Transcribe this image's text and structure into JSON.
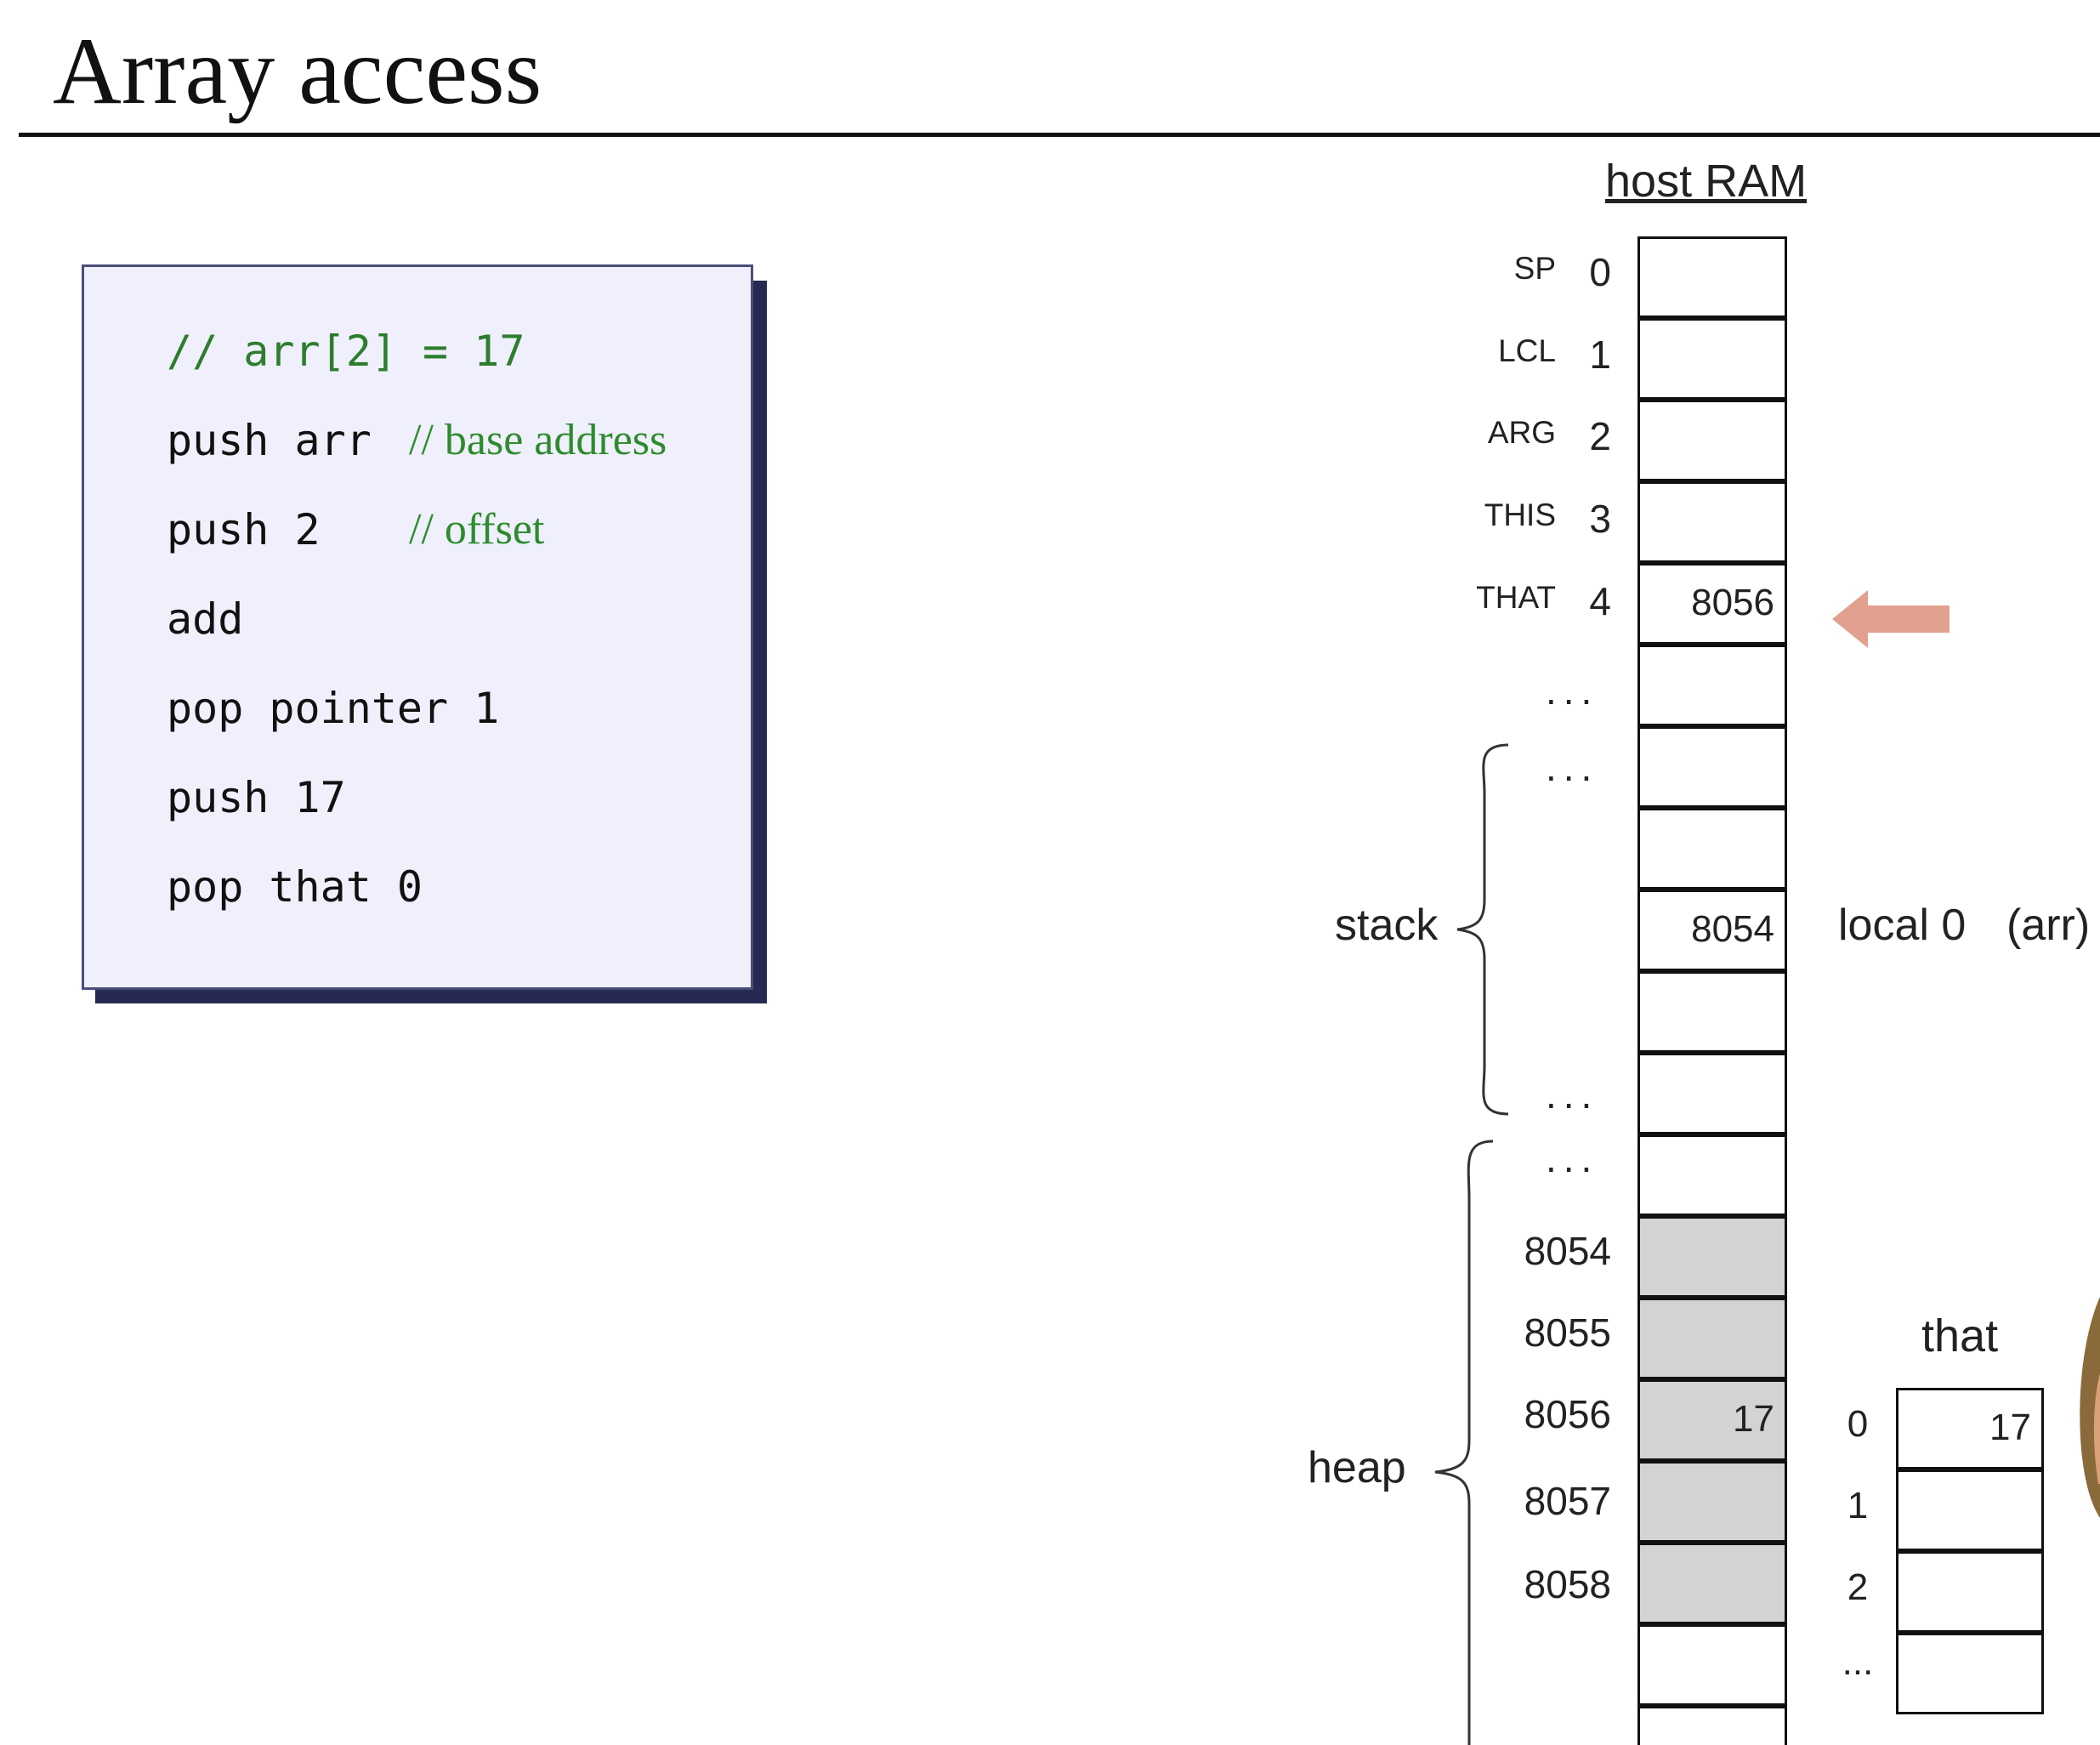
{
  "title": "Array access",
  "code": {
    "lines": [
      "// arr[2] = 17",
      "push arr",
      "push 2",
      "add",
      "pop pointer 1",
      "push 17",
      "pop that 0"
    ],
    "inline_comments": [
      "// base address",
      "// offset"
    ]
  },
  "ram": {
    "header": "host RAM",
    "registers": [
      {
        "label": "SP",
        "index": "0",
        "value": ""
      },
      {
        "label": "LCL",
        "index": "1",
        "value": ""
      },
      {
        "label": "ARG",
        "index": "2",
        "value": ""
      },
      {
        "label": "THIS",
        "index": "3",
        "value": ""
      },
      {
        "label": "THAT",
        "index": "4",
        "value": "8056"
      }
    ],
    "ellipsis": "...",
    "stack_values": [
      "",
      "",
      "8054",
      "",
      ""
    ],
    "heap_addresses": [
      "8054",
      "8055",
      "8056",
      "8057",
      "8058"
    ],
    "heap_values": [
      "",
      "",
      "17",
      "",
      ""
    ],
    "stack_label": "stack",
    "heap_label": "heap",
    "local_annotation": "local 0",
    "local_name": "(arr)"
  },
  "that_segment": {
    "label": "that",
    "indices": [
      "0",
      "1",
      "2",
      "..."
    ],
    "values": [
      "17",
      "",
      "",
      ""
    ]
  },
  "colors": {
    "arrow": "#e2a08e",
    "heap_fill": "#d3d3d3",
    "code_bg": "#eff0fb",
    "comment": "#2e8b2e"
  }
}
